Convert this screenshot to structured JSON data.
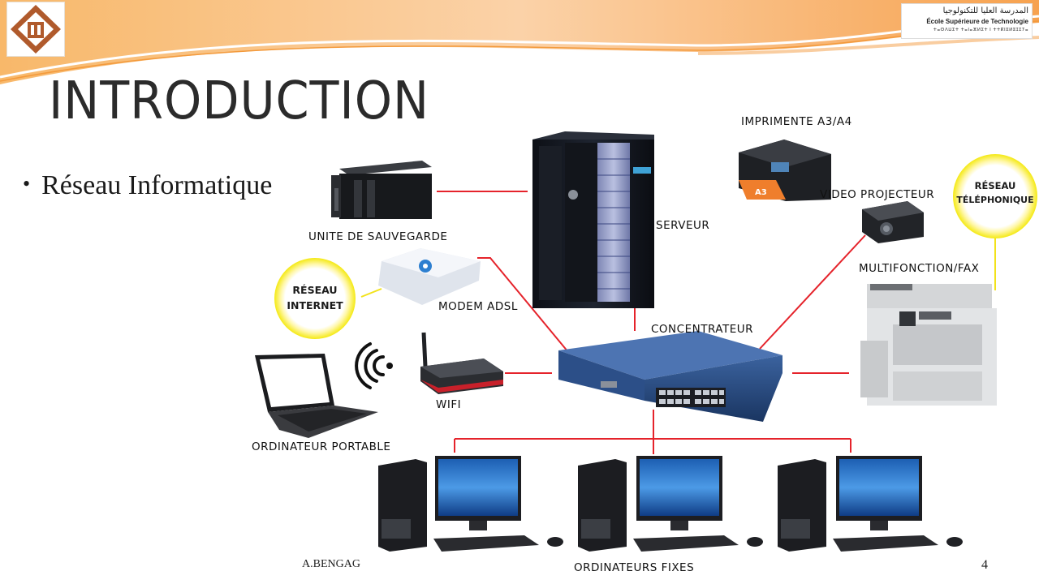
{
  "slide": {
    "title": "INTRODUCTION",
    "bullet": "Réseau Informatique",
    "author": "A.BENGAG",
    "page_number": "4"
  },
  "logo_right": {
    "arabic": "المدرسة العليا للتكنولوجيا",
    "french": "École Supérieure de Technologie",
    "tifinagh": "ⵜⴰⵙⴷⵡⵉⵜ ⵜⴰⵏⴰⴼⵍⵉⵜ ⵏ ⵜⵜⴽⵏⵓⵍⵓⵊⵉⵢⴰ"
  },
  "colors": {
    "header_orange": "#f6a24a",
    "header_peach": "#fbd2a8",
    "link_red": "#e5232b",
    "hub_blue": "#25477a",
    "badge_yellow": "#f4e60f"
  },
  "diagram": {
    "labels": {
      "backup": "UNITE DE SAUVEGARDE",
      "server": "SERVEUR",
      "printer": "IMPRIMENTE A3/A4",
      "projector": "VIDEO PROJECTEUR",
      "multifunction": "MULTIFONCTION/FAX",
      "modem": "MODEM ADSL",
      "hub": "CONCENTRATEUR",
      "wifi": "WIFI",
      "laptop": "ORDINATEUR PORTABLE",
      "desktops": "ORDINATEURS FIXES"
    },
    "badges": {
      "internet": [
        "RÉSEAU",
        "INTERNET"
      ],
      "telephone": [
        "RÉSEAU",
        "TÉLÉPHONIQUE"
      ]
    },
    "printer_screen_text": "A3"
  }
}
